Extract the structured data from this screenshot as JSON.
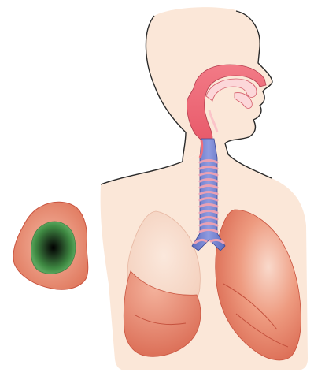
{
  "illustration": {
    "parts": [
      "head-silhouette",
      "torso",
      "nasal-cavity",
      "trachea",
      "left-lung",
      "right-lung",
      "detached-lung-lobe",
      "tumor"
    ]
  },
  "colors": {
    "skin": "#fbe7d8",
    "skin_outline": "#2a2a2a",
    "lung_light": "#f7d5c2",
    "lung_mid": "#e98f72",
    "lung_dark": "#d9654b",
    "nasal": "#ef6d7a",
    "nasal_light": "#fbd0d3",
    "trachea": "#6f7ec9",
    "trachea_light": "#e9a0b4",
    "tumor_green": "#4f9a52",
    "tumor_core": "#0a0a0a"
  }
}
